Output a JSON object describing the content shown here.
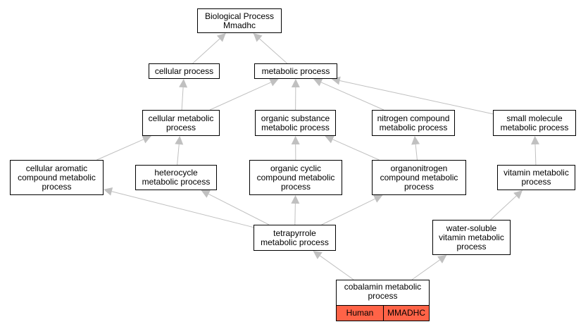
{
  "nodes": {
    "root": "Biological Process\nMmadhc",
    "cellular_process": "cellular process",
    "metabolic_process": "metabolic process",
    "cellular_metabolic_process": "cellular metabolic\nprocess",
    "organic_substance_metabolic_process": "organic substance\nmetabolic process",
    "nitrogen_compound_metabolic_process": "nitrogen compound\nmetabolic process",
    "small_molecule_metabolic_process": "small molecule\nmetabolic process",
    "cellular_aromatic_compound_metabolic_process": "cellular aromatic\ncompound metabolic\nprocess",
    "heterocycle_metabolic_process": "heterocycle\nmetabolic process",
    "organic_cyclic_compound_metabolic_process": "organic cyclic\ncompound metabolic\nprocess",
    "organonitrogen_compound_metabolic_process": "organonitrogen\ncompound metabolic\nprocess",
    "vitamin_metabolic_process": "vitamin metabolic\nprocess",
    "tetrapyrrole_metabolic_process": "tetrapyrrole\nmetabolic process",
    "water_soluble_vitamin_metabolic_process": "water-soluble\nvitamin metabolic\nprocess",
    "cobalamin_metabolic_process": "cobalamin metabolic\nprocess"
  },
  "annotation": {
    "species": "Human",
    "gene": "MMADHC",
    "color": "#FF6347"
  },
  "edge_color": "#c0c0c0",
  "edges": [
    [
      "cellular_process",
      "root"
    ],
    [
      "metabolic_process",
      "root"
    ],
    [
      "cellular_metabolic_process",
      "cellular_process"
    ],
    [
      "cellular_metabolic_process",
      "metabolic_process"
    ],
    [
      "organic_substance_metabolic_process",
      "metabolic_process"
    ],
    [
      "nitrogen_compound_metabolic_process",
      "metabolic_process"
    ],
    [
      "small_molecule_metabolic_process",
      "metabolic_process"
    ],
    [
      "cellular_aromatic_compound_metabolic_process",
      "cellular_metabolic_process"
    ],
    [
      "heterocycle_metabolic_process",
      "cellular_metabolic_process"
    ],
    [
      "organic_cyclic_compound_metabolic_process",
      "organic_substance_metabolic_process"
    ],
    [
      "organonitrogen_compound_metabolic_process",
      "organic_substance_metabolic_process"
    ],
    [
      "organonitrogen_compound_metabolic_process",
      "nitrogen_compound_metabolic_process"
    ],
    [
      "vitamin_metabolic_process",
      "small_molecule_metabolic_process"
    ],
    [
      "tetrapyrrole_metabolic_process",
      "cellular_aromatic_compound_metabolic_process"
    ],
    [
      "tetrapyrrole_metabolic_process",
      "heterocycle_metabolic_process"
    ],
    [
      "tetrapyrrole_metabolic_process",
      "organic_cyclic_compound_metabolic_process"
    ],
    [
      "tetrapyrrole_metabolic_process",
      "organonitrogen_compound_metabolic_process"
    ],
    [
      "water_soluble_vitamin_metabolic_process",
      "vitamin_metabolic_process"
    ],
    [
      "cobalamin_metabolic_process",
      "tetrapyrrole_metabolic_process"
    ],
    [
      "cobalamin_metabolic_process",
      "water_soluble_vitamin_metabolic_process"
    ]
  ]
}
